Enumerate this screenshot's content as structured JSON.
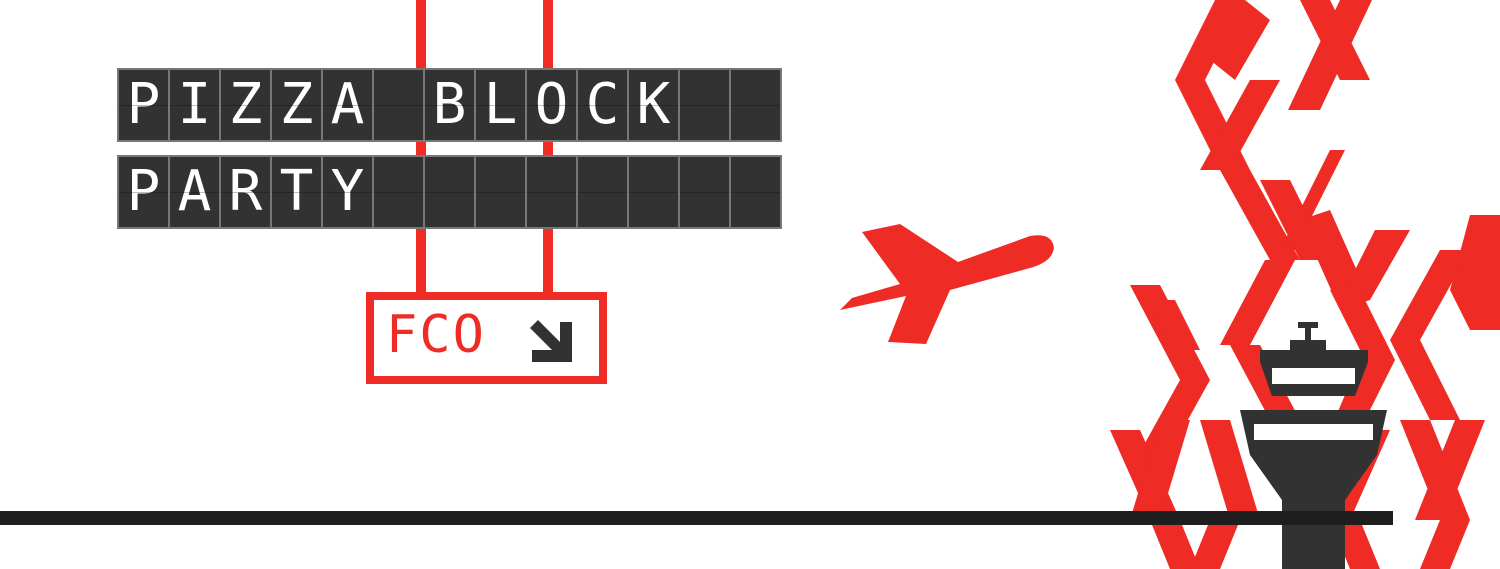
{
  "board": {
    "line1": "PIZZA BLOCK",
    "line2": "PARTY",
    "cells_per_row": 13
  },
  "sign": {
    "code": "FCO",
    "arrow_icon": "arrow-down-right-icon"
  },
  "colors": {
    "red": "#ee2b24",
    "dark": "#333232",
    "border": "#777777",
    "background": "#ffffff"
  }
}
